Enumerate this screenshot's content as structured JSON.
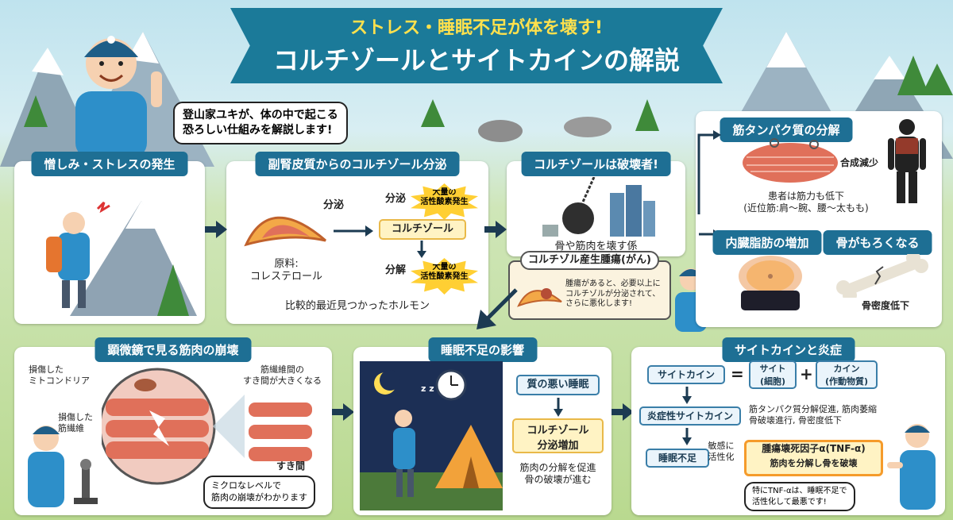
{
  "title": {
    "subtitle": "ストレス・睡眠不足が体を壊す!",
    "main": "コルチゾールとサイトカインの解説"
  },
  "intro_bubble": [
    "登山家ユキが、体の中で起こる",
    "恐ろしい仕組みを解説します!"
  ],
  "panel_stress": {
    "header": "憎しみ・ストレスの発生"
  },
  "panel_adrenal": {
    "header": "副腎皮質からのコルチゾール分泌",
    "secrete_label": "分泌",
    "material_label": [
      "原料:",
      "コレステロール"
    ],
    "secrete_label2": "分泌",
    "burst_top": [
      "大量の",
      "活性酸素発生"
    ],
    "cortisol_box": "コルチゾール",
    "decompose_label": "分解",
    "burst_bottom": [
      "大量の",
      "活性酸素発生"
    ],
    "footer": "比較的最近見つかったホルモン"
  },
  "panel_destroyer": {
    "header": "コルチゾールは破壊者!",
    "caption": "骨や筋肉を壊す係",
    "tumor_title": "コルチゾル産生腫瘍(がん)",
    "tumor_text": [
      "腫瘍があると、必要以上に",
      "コルチゾルが分泌されて、",
      "さらに悪化します!"
    ]
  },
  "panel_muscle_breakdown": {
    "header": "筋タンパク質の分解",
    "synthesis": "合成減少",
    "patient": [
      "患者は筋力も低下",
      "(近位筋:肩〜腕、腰〜太もも)"
    ]
  },
  "panel_visceral": {
    "header": "内臓脂肪の増加"
  },
  "panel_bone": {
    "header": "骨がもろくなる",
    "caption": "骨密度低下"
  },
  "panel_microscope": {
    "header": "顕微鏡で見る筋肉の崩壊",
    "mito_label": [
      "損傷した",
      "ミトコンドリア"
    ],
    "fiber_label": [
      "損傷した",
      "筋繊維"
    ],
    "gap_label": [
      "筋繊維間の",
      "すき間が大きくなる"
    ],
    "gap_short": "すき間",
    "bubble": [
      "ミクロなレベルで",
      "筋肉の崩壊がわかります"
    ]
  },
  "panel_sleep": {
    "header": "睡眠不足の影響",
    "zzz": "z z",
    "box_poor_sleep": "質の悪い睡眠",
    "box_cortisol": [
      "コルチゾール",
      "分泌増加"
    ],
    "caption": [
      "筋肉の分解を促進",
      "骨の破壊が進む"
    ]
  },
  "panel_cytokine": {
    "header": "サイトカインと炎症",
    "cytokine": "サイトカイン",
    "equals": "=",
    "cell_box": [
      "サイト",
      "(細胞)"
    ],
    "plus": "+",
    "kine_box": [
      "カイン",
      "(作動物質)"
    ],
    "inflammatory": "炎症性サイトカイン",
    "effects": [
      "筋タンパク質分解促進, 筋肉萎縮",
      "骨破壊進行, 骨密度低下"
    ],
    "sleep_lack": "睡眠不足",
    "sensitive": [
      "敏感に",
      "活性化"
    ],
    "tnf_title": "腫瘍壊死因子α(TNF-α)",
    "tnf_sub": "筋肉を分解し骨を破壊",
    "bubble": [
      "特にTNF-αは、睡眠不足で",
      "活性化して最悪です!"
    ]
  },
  "colors": {
    "header_blue": "#1e6f94",
    "title_banner": "#1b7a99",
    "subtitle_yellow": "#ffe14d",
    "cortisol_yellow": "#fff3c4",
    "muscle_red": "#e0705a",
    "tnf_orange": "#f59b2b"
  }
}
